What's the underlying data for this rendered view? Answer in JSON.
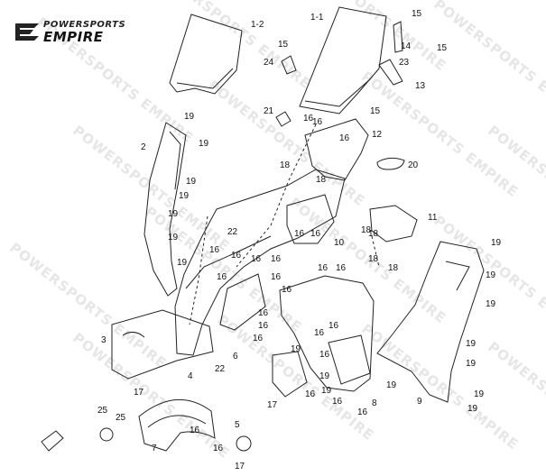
{
  "brand": {
    "line1": "POWERSPORTS",
    "line2": "EMPIRE"
  },
  "watermark": "POWERSPORTS EMPIRE",
  "callouts": [
    "1-2",
    "1-1",
    "15",
    "14",
    "15",
    "15",
    "24",
    "23",
    "13",
    "21",
    "16",
    "15",
    "16",
    "12",
    "16",
    "20",
    "19",
    "2",
    "19",
    "19",
    "18",
    "19",
    "18",
    "19",
    "11",
    "19",
    "22",
    "16",
    "16",
    "16",
    "18",
    "18",
    "16",
    "16",
    "10",
    "19",
    "3",
    "19",
    "16",
    "16",
    "16",
    "16",
    "16",
    "19",
    "16",
    "6",
    "4",
    "22",
    "16",
    "16",
    "19",
    "8",
    "16",
    "17",
    "25",
    "17",
    "7",
    "5",
    "25",
    "16",
    "19",
    "19",
    "19",
    "9",
    "19",
    "19",
    "17",
    "16",
    "18",
    "18",
    "19",
    "16",
    "16",
    "16",
    "16",
    "16",
    "19",
    "19",
    "16"
  ]
}
